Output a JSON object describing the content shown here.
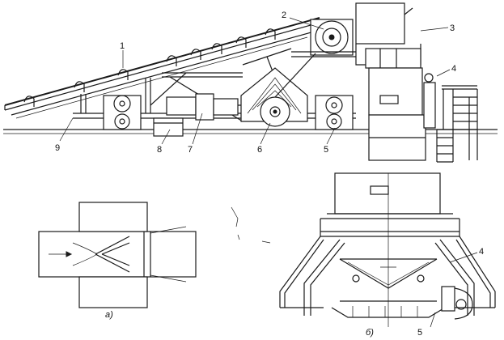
{
  "callouts": {
    "c1": "1",
    "c2": "2",
    "c3": "3",
    "c4": "4",
    "c5": "5",
    "c6": "6",
    "c7": "7",
    "c8": "8",
    "c9": "9",
    "c4b": "4",
    "c5b": "5"
  },
  "captions": {
    "view_a": "а)",
    "view_b": "б)"
  },
  "ink_color": "#1a1a1a"
}
